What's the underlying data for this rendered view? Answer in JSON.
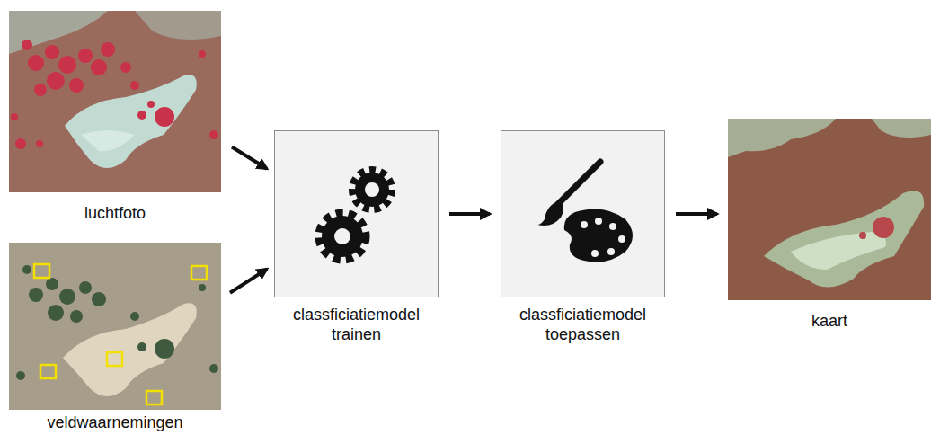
{
  "diagram": {
    "nodes": [
      {
        "text": [
          "luchtfoto"
        ]
      },
      {
        "text": [
          "veldwaarnemingen"
        ]
      },
      {
        "text": [
          "classficiatiemodel trainen"
        ]
      },
      {
        "text": [
          "classficiatiemodel toepassen"
        ]
      },
      {
        "text": [
          "kaart"
        ]
      }
    ],
    "edges": [
      {
        "from": 0,
        "to": 2,
        "arrow": "to"
      },
      {
        "from": 1,
        "to": 2,
        "arrow": "to"
      },
      {
        "from": 2,
        "to": 3,
        "arrow": "to"
      },
      {
        "from": 3,
        "to": 4,
        "arrow": "to"
      }
    ]
  }
}
